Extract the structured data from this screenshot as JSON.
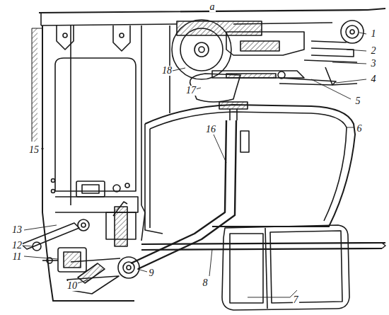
{
  "diagram": {
    "labels": [
      "a",
      "1",
      "2",
      "3",
      "4",
      "5",
      "18",
      "17",
      "6",
      "15",
      "16",
      "13",
      "12",
      "11",
      "9",
      "10",
      "8",
      "7"
    ]
  }
}
